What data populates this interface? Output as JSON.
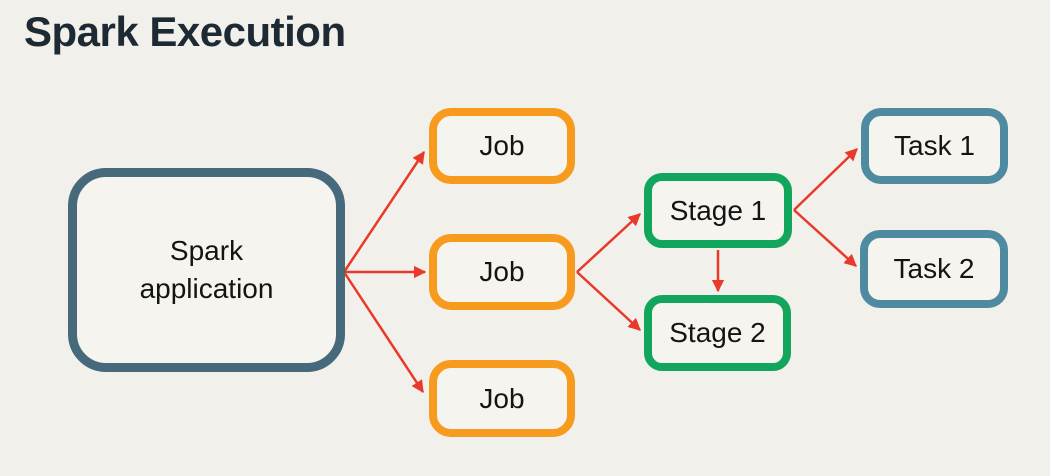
{
  "title": "Spark Execution",
  "colors": {
    "background": "#f2f0ea",
    "title_text": "#1e2a33",
    "node_text": "#141414",
    "spark_application_border": "#46697b",
    "job_border": "#f79b1e",
    "stage_border": "#12a55c",
    "task_border": "#4e8aa0",
    "arrow": "#e8392b"
  },
  "nodes": {
    "spark_application": {
      "label": "Spark application"
    },
    "job_1": {
      "label": "Job"
    },
    "job_2": {
      "label": "Job"
    },
    "job_3": {
      "label": "Job"
    },
    "stage_1": {
      "label": "Stage 1"
    },
    "stage_2": {
      "label": "Stage 2"
    },
    "task_1": {
      "label": "Task 1"
    },
    "task_2": {
      "label": "Task 2"
    }
  },
  "edges": [
    {
      "from": "spark_application",
      "to": "job_1"
    },
    {
      "from": "spark_application",
      "to": "job_2"
    },
    {
      "from": "spark_application",
      "to": "job_3"
    },
    {
      "from": "job_2",
      "to": "stage_1"
    },
    {
      "from": "job_2",
      "to": "stage_2"
    },
    {
      "from": "stage_1",
      "to": "stage_2"
    },
    {
      "from": "stage_1",
      "to": "task_1"
    },
    {
      "from": "stage_1",
      "to": "task_2"
    }
  ]
}
